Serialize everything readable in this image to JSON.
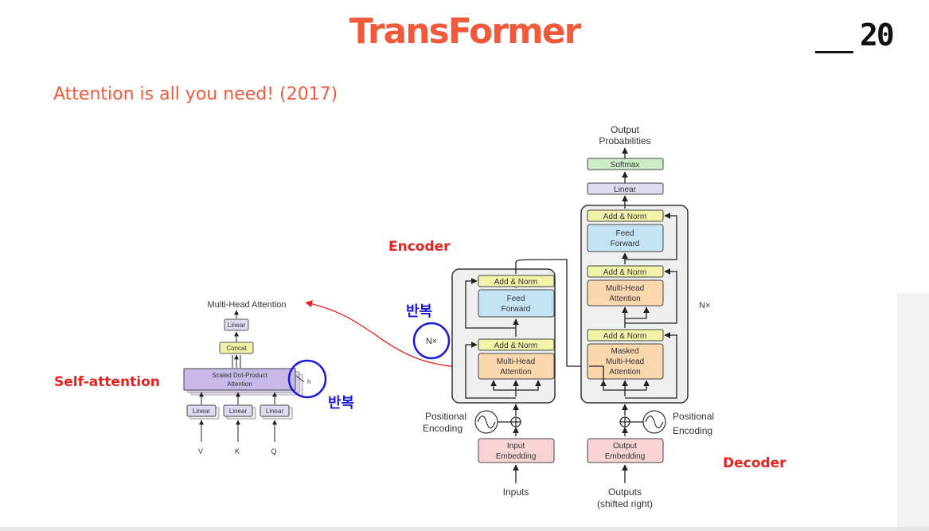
{
  "slide": {
    "title": "TransFormer",
    "page_number": "20",
    "subtitle": "Attention is all you need! (2017)"
  },
  "annotations": {
    "encoder": "Encoder",
    "decoder": "Decoder",
    "self_attention": "Self-attention",
    "repeat_encoder": "반복",
    "repeat_attention": "반복"
  },
  "multihead": {
    "title": "Multi-Head Attention",
    "linear_top": "Linear",
    "concat": "Concat",
    "scaled_line1": "Scaled Dot-Product",
    "scaled_line2": "Attention",
    "h": "h",
    "linear": "Linear",
    "inputs": [
      "V",
      "K",
      "Q"
    ]
  },
  "transformer": {
    "output_prob_line1": "Output",
    "output_prob_line2": "Probabilities",
    "softmax": "Softmax",
    "linear": "Linear",
    "add_norm": "Add & Norm",
    "feed_line1": "Feed",
    "feed_line2": "Forward",
    "mha_line1": "Multi-Head",
    "mha_line2": "Attention",
    "masked_line1": "Masked",
    "masked_line2": "Multi-Head",
    "masked_line3": "Attention",
    "nx": "N×",
    "pos_line1": "Positional",
    "pos_line2": "Encoding",
    "input_emb_line1": "Input",
    "input_emb_line2": "Embedding",
    "output_emb_line1": "Output",
    "output_emb_line2": "Embedding",
    "inputs": "Inputs",
    "outputs_line1": "Outputs",
    "outputs_line2": "(shifted right)"
  },
  "colors": {
    "accent": "#f05a3a",
    "label_red": "#e8211c",
    "label_blue": "#1a1ad6",
    "add_norm": "#f1f3a8",
    "feed_forward": "#c4e4f6",
    "attention": "#fbd7ae",
    "embedding": "#f8d3d6",
    "softmax": "#cdecc8",
    "linear": "#dcdcf0",
    "scaled": "#c7b9e8"
  }
}
